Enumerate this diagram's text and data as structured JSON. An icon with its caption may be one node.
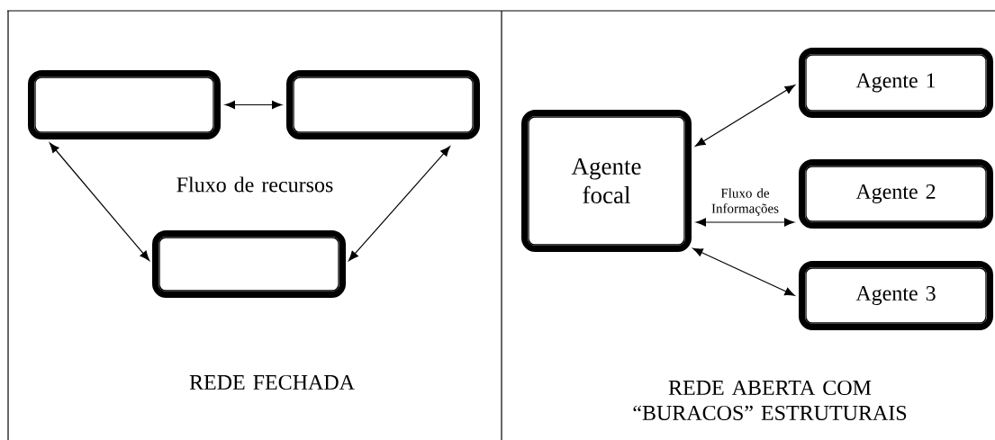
{
  "diagram": {
    "nodes": [
      {
        "text": [],
        "shape": "box"
      },
      {
        "text": [],
        "shape": "box"
      },
      {
        "text": [],
        "shape": "box"
      },
      {
        "text": [
          "Agente focal"
        ]
      },
      {
        "text": [
          "Agente 1"
        ]
      },
      {
        "text": [
          "Agente 2"
        ]
      },
      {
        "text": [
          "Agente 3"
        ]
      }
    ],
    "edges": [
      {
        "from": 0,
        "to": 1,
        "arrow": "both"
      },
      {
        "from": 0,
        "to": 2,
        "arrow": "both"
      },
      {
        "from": 1,
        "to": 2,
        "arrow": "both"
      },
      {
        "from": 3,
        "to": 4,
        "arrow": "both"
      },
      {
        "from": 3,
        "to": 5,
        "arrow": "both",
        "label": "Fluxo de Informações"
      },
      {
        "from": 3,
        "to": 6,
        "arrow": "both"
      }
    ],
    "labels": [
      "Fluxo de recursos",
      "REDE FECHADA",
      "REDE ABERTA COM “BURACOS” ESTRUTURAIS"
    ]
  }
}
